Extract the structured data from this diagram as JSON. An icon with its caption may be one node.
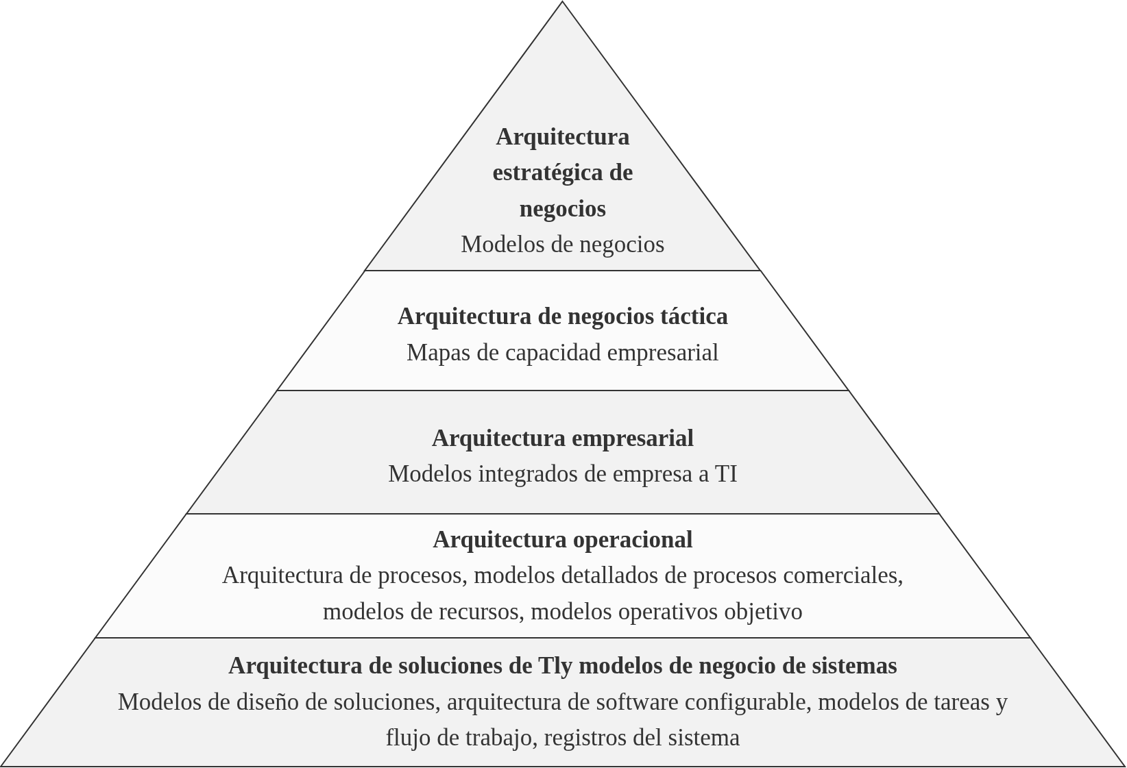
{
  "diagram": {
    "nodes": [
      {
        "text": [
          "Arquitectura estratégica de negocios",
          "Modelos de negocios"
        ]
      },
      {
        "text": [
          "Arquitectura de negocios táctica",
          "Mapas de capacidad empresarial"
        ]
      },
      {
        "text": [
          "Arquitectura empresarial",
          "Modelos integrados de empresa a TI"
        ]
      },
      {
        "text": [
          "Arquitectura operacional",
          "Arquitectura de procesos, modelos detallados de procesos comerciales, modelos de recursos, modelos operativos objetivo"
        ]
      },
      {
        "text": [
          "Arquitectura de soluciones de Tly modelos de negocio de sistemas",
          "Modelos de diseño de soluciones, arquitectura de software configurable, modelos de tareas y flujo de trabajo, registros del sistema"
        ]
      }
    ]
  }
}
